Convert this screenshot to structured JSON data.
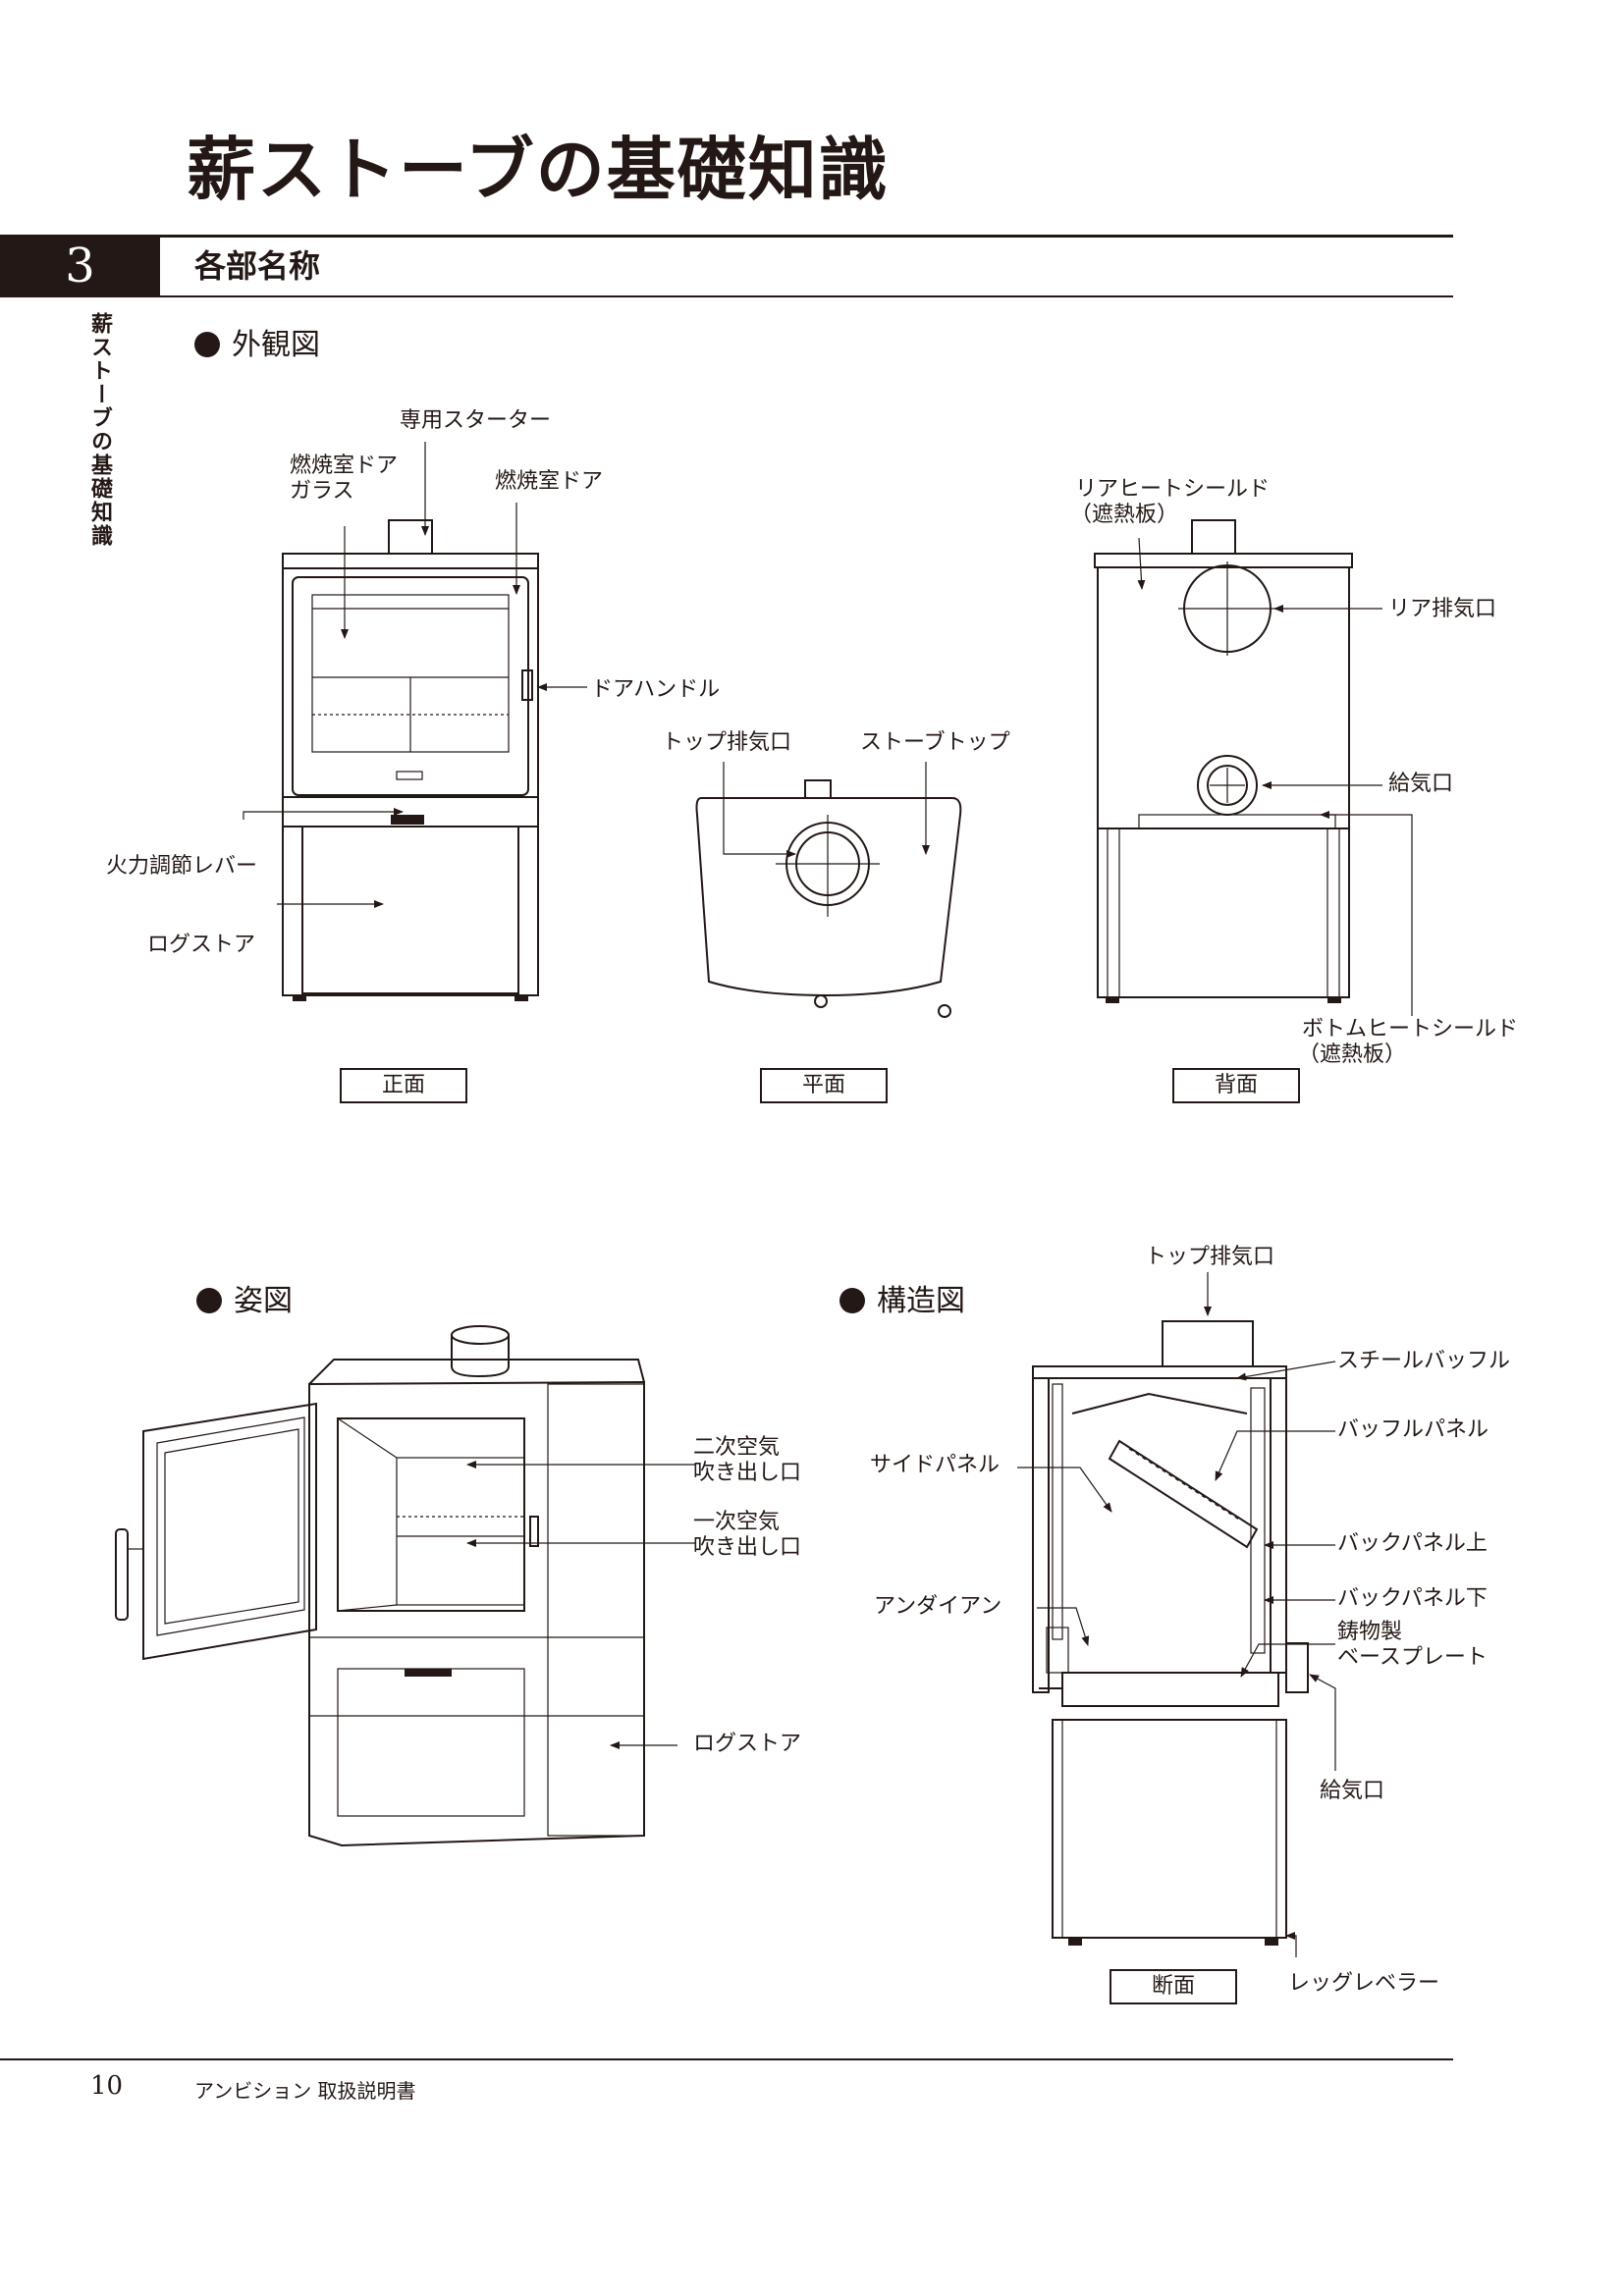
{
  "page": {
    "title": "薪ストーブの基礎知識",
    "section_number": "3",
    "section_title": "各部名称",
    "side_tab": "薪ストーブの基礎知識",
    "page_number": "10",
    "footer": "アンビション 取扱説明書"
  },
  "exterior": {
    "heading": "外観図",
    "front": {
      "caption": "正面",
      "labels": {
        "starter": "専用スターター",
        "door_glass_1": "燃焼室ドア",
        "door_glass_2": "ガラス",
        "door": "燃焼室ドア",
        "handle": "ドアハンドル",
        "lever": "火力調節レバー",
        "logstore": "ログストア"
      }
    },
    "top": {
      "caption": "平面",
      "labels": {
        "top_exhaust": "トップ排気口",
        "stove_top": "ストーブトップ"
      }
    },
    "back": {
      "caption": "背面",
      "labels": {
        "rear_shield_1": "リアヒートシールド",
        "rear_shield_2": "（遮熱板）",
        "rear_exhaust": "リア排気口",
        "air_inlet": "給気口",
        "bottom_shield_1": "ボトムヒートシールド",
        "bottom_shield_2": "（遮熱板）"
      }
    }
  },
  "perspective": {
    "heading": "姿図",
    "labels": {
      "secondary_1": "二次空気",
      "secondary_2": "吹き出し口",
      "primary_1": "一次空気",
      "primary_2": "吹き出し口",
      "logstore": "ログストア"
    }
  },
  "structure": {
    "heading": "構造図",
    "caption": "断面",
    "labels": {
      "top_exhaust": "トップ排気口",
      "steel_baffle": "スチールバッフル",
      "baffle_panel": "バッフルパネル",
      "side_panel": "サイドパネル",
      "back_panel_upper": "バックパネル上",
      "back_panel_lower": "バックパネル下",
      "andiron": "アンダイアン",
      "base_plate_1": "鋳物製",
      "base_plate_2": "ベースプレート",
      "air_inlet": "給気口",
      "leveller": "レッグレベラー"
    }
  }
}
